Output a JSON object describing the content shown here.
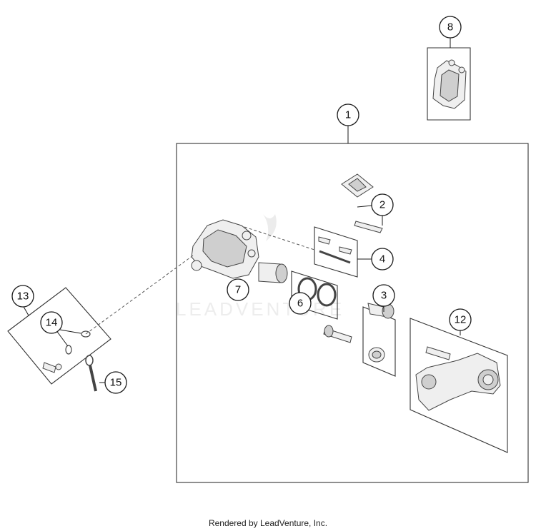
{
  "callouts": [
    {
      "id": "1",
      "label": "1"
    },
    {
      "id": "2",
      "label": "2"
    },
    {
      "id": "3",
      "label": "3"
    },
    {
      "id": "4",
      "label": "4"
    },
    {
      "id": "6",
      "label": "6"
    },
    {
      "id": "7",
      "label": "7"
    },
    {
      "id": "8",
      "label": "8"
    },
    {
      "id": "12",
      "label": "12"
    },
    {
      "id": "13",
      "label": "13"
    },
    {
      "id": "14",
      "label": "14"
    },
    {
      "id": "15",
      "label": "15"
    }
  ],
  "watermark": "LEADVENTURE",
  "footer": "Rendered by LeadVenture, Inc."
}
